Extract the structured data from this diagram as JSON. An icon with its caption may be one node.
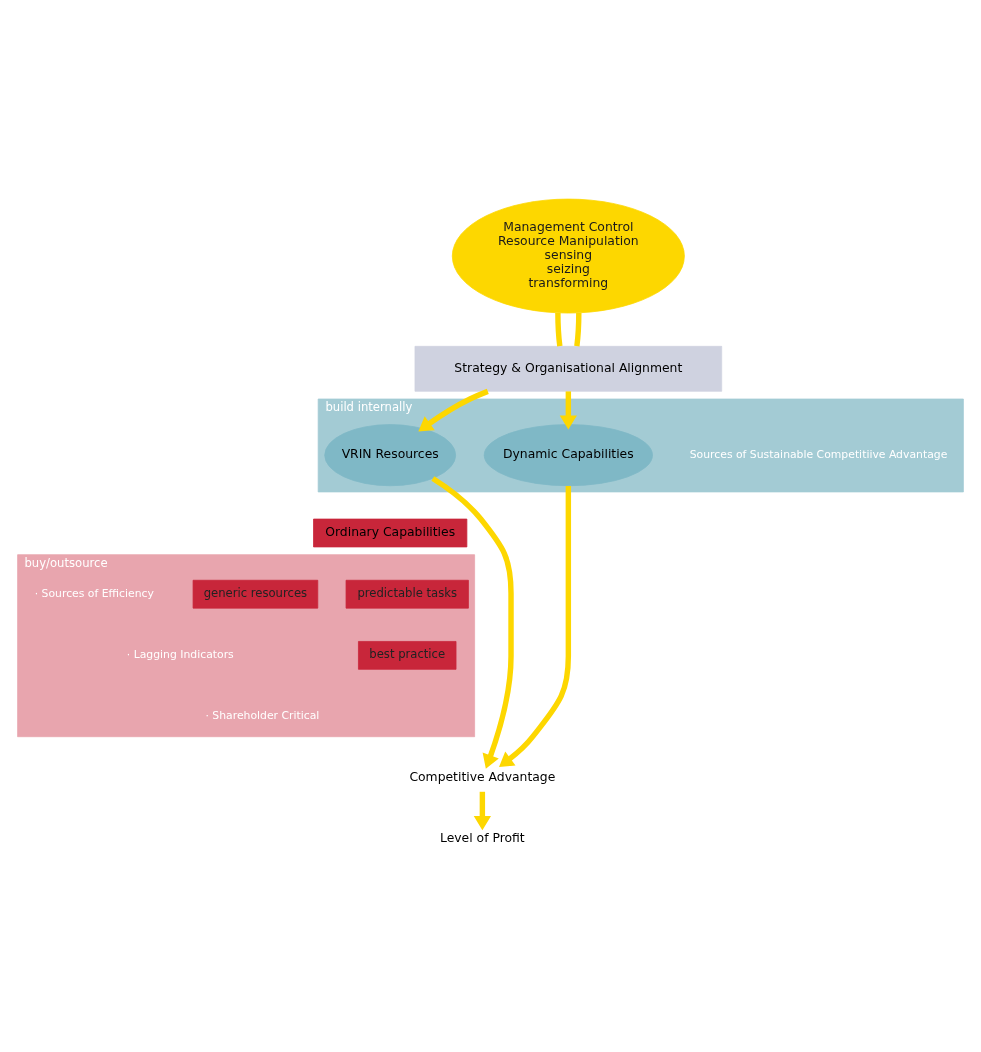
{
  "diagram": {
    "nodes": [
      {
        "text": [
          "Management Control",
          "Resource Manipulation",
          "sensing",
          "seizing",
          "transforming"
        ]
      },
      {
        "text": [
          "Strategy & Organisational Alignment"
        ]
      },
      {
        "text": [
          "build internally"
        ]
      },
      {
        "text": [
          "VRIN Resources"
        ],
        "in": 2
      },
      {
        "text": [
          "Dynamic Capabilities"
        ],
        "in": 2
      },
      {
        "text": [
          "Ordinary Capabilities"
        ]
      },
      {
        "text": [
          "buy/outsource"
        ]
      },
      {
        "text": [
          "generic resources"
        ],
        "in": 6
      },
      {
        "text": [
          "predictable tasks"
        ],
        "in": 6
      },
      {
        "text": [
          "best practice"
        ],
        "in": 6
      },
      {
        "text": [
          "Competitive Advantage"
        ]
      },
      {
        "text": [
          "Level of Profit"
        ]
      }
    ],
    "edges": [
      {
        "from": 0,
        "to": 1,
        "arrow": "none"
      },
      {
        "from": 0,
        "to": 1,
        "arrow": "none"
      },
      {
        "from": 1,
        "to": 3,
        "arrow": "to"
      },
      {
        "from": 1,
        "to": 4,
        "arrow": "to"
      },
      {
        "from": 3,
        "to": 10,
        "arrow": "to"
      },
      {
        "from": 4,
        "to": 10,
        "arrow": "to"
      },
      {
        "from": 10,
        "to": 11,
        "arrow": "to"
      }
    ],
    "labels": [
      "Sources of Sustainable Competitiive Advantage",
      "· Sources of Efficiency",
      "· Lagging Indicators",
      "· Shareholder Critical"
    ]
  }
}
